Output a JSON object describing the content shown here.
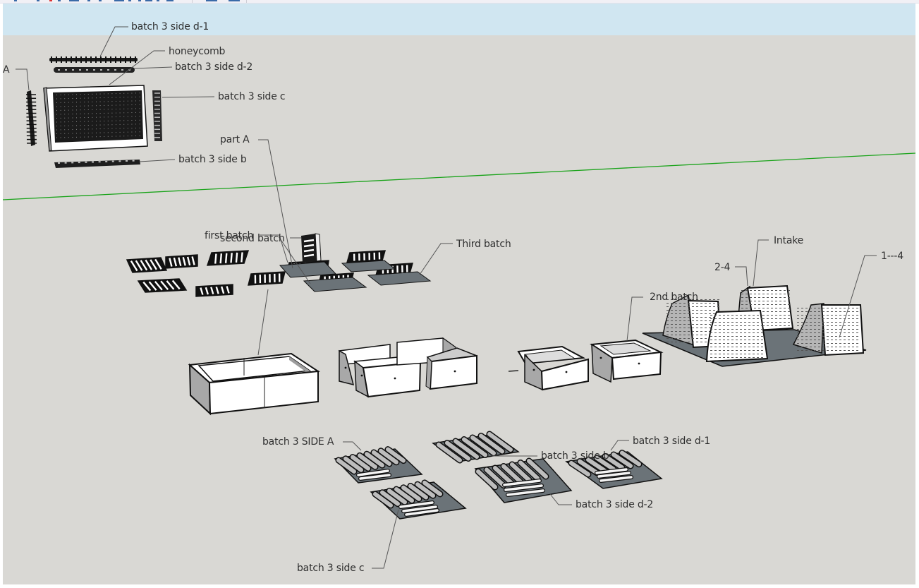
{
  "app": {
    "name": "SketchUp 3D modeling viewport",
    "colors": {
      "sky": "#d0e6f1",
      "ground": "#d9d8d4",
      "green_axis": "#1aa31a",
      "face_front": "#ffffff",
      "face_back": "#a9a9a9",
      "base_plate": "#6b7378",
      "edge": "#111111",
      "leader": "#555555"
    }
  },
  "toolbar": {
    "icons": [
      "select-icon",
      "eraser-icon",
      "paint-icon",
      "line-icon",
      "arc-icon",
      "shape-icon",
      "push-pull-icon",
      "move-icon",
      "rotate-icon",
      "scale-icon",
      "offset-icon",
      "tape-icon",
      "text-icon",
      "orbit-icon",
      "pan-icon",
      "zoom-icon",
      "view-top-icon",
      "view-front-icon"
    ]
  },
  "labels": {
    "top_d1": "batch 3 side d-1",
    "honeycomb": "honeycomb",
    "top_d2": "batch 3 side d-2",
    "side_a_top": "A",
    "top_c": "batch 3 side c",
    "part_a": "part A",
    "top_b": "batch 3 side b",
    "first_batch": "first batch",
    "second_batch": "second batch",
    "third_batch": "Third batch",
    "intake": "Intake",
    "two_four": "2-4",
    "one_four": "1---4",
    "second_batch_2nd": "2nd batch",
    "bottom_side_a": "batch 3 SIDE A",
    "bottom_side_b": "batch 3 side b",
    "bottom_d1": "batch 3 side d-1",
    "bottom_d2": "batch 3 side d-2",
    "bottom_c": "batch 3 side c"
  }
}
